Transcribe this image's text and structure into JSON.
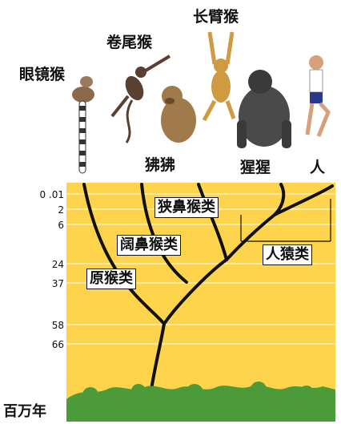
{
  "animals": {
    "tarsier": "眼镜猴",
    "capuchin": "卷尾猴",
    "gibbon": "长臂猴",
    "baboon": "狒狒",
    "gorilla": "猩猩",
    "human": "人"
  },
  "groups": {
    "prosimians": "原猴类",
    "new_world_monkeys": "阔鼻猴类",
    "old_world_monkeys": "狭鼻猴类",
    "apes": "人猿类"
  },
  "time_axis": {
    "unit": "百万年",
    "ticks": [
      "0 .01",
      "2",
      "6",
      "24",
      "37",
      "58",
      "66"
    ]
  },
  "colors": {
    "background": "#fdd44b",
    "branch": "#111111",
    "foliage": "#4d9a3a"
  }
}
